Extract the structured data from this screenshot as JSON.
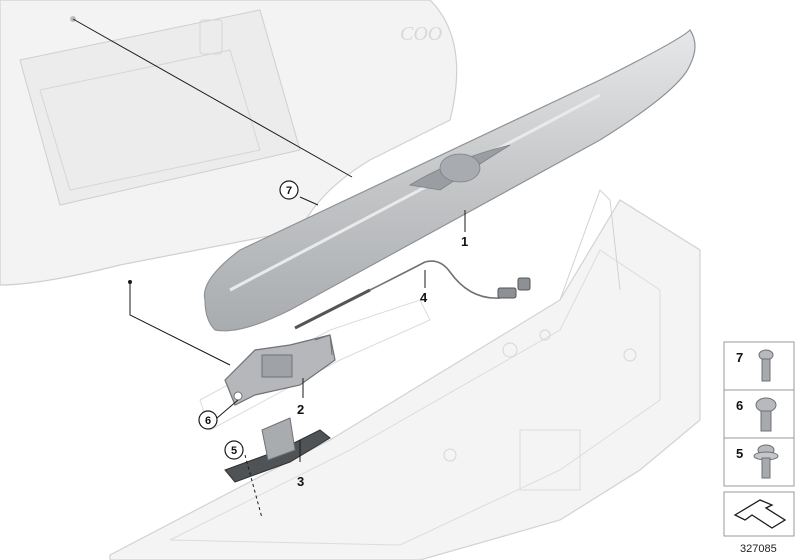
{
  "diagram_id": "327085",
  "callouts": {
    "c1": "1",
    "c2": "2",
    "c3": "3",
    "c4": "4",
    "c5": "5",
    "c6": "6",
    "c7": "7"
  },
  "legend": [
    {
      "num": "7",
      "part": "screw-small-icon"
    },
    {
      "num": "6",
      "part": "screw-large-head-icon"
    },
    {
      "num": "5",
      "part": "screw-flange-icon"
    }
  ],
  "colors": {
    "line": "#1a1a1a",
    "panel_fill": "#f4f4f4",
    "panel_stroke": "#d2d2d2",
    "handle_fill": "#c9cbcd",
    "handle_dark": "#9ea2a6",
    "part_fill": "#b8babc",
    "part_dark": "#7d8084"
  }
}
